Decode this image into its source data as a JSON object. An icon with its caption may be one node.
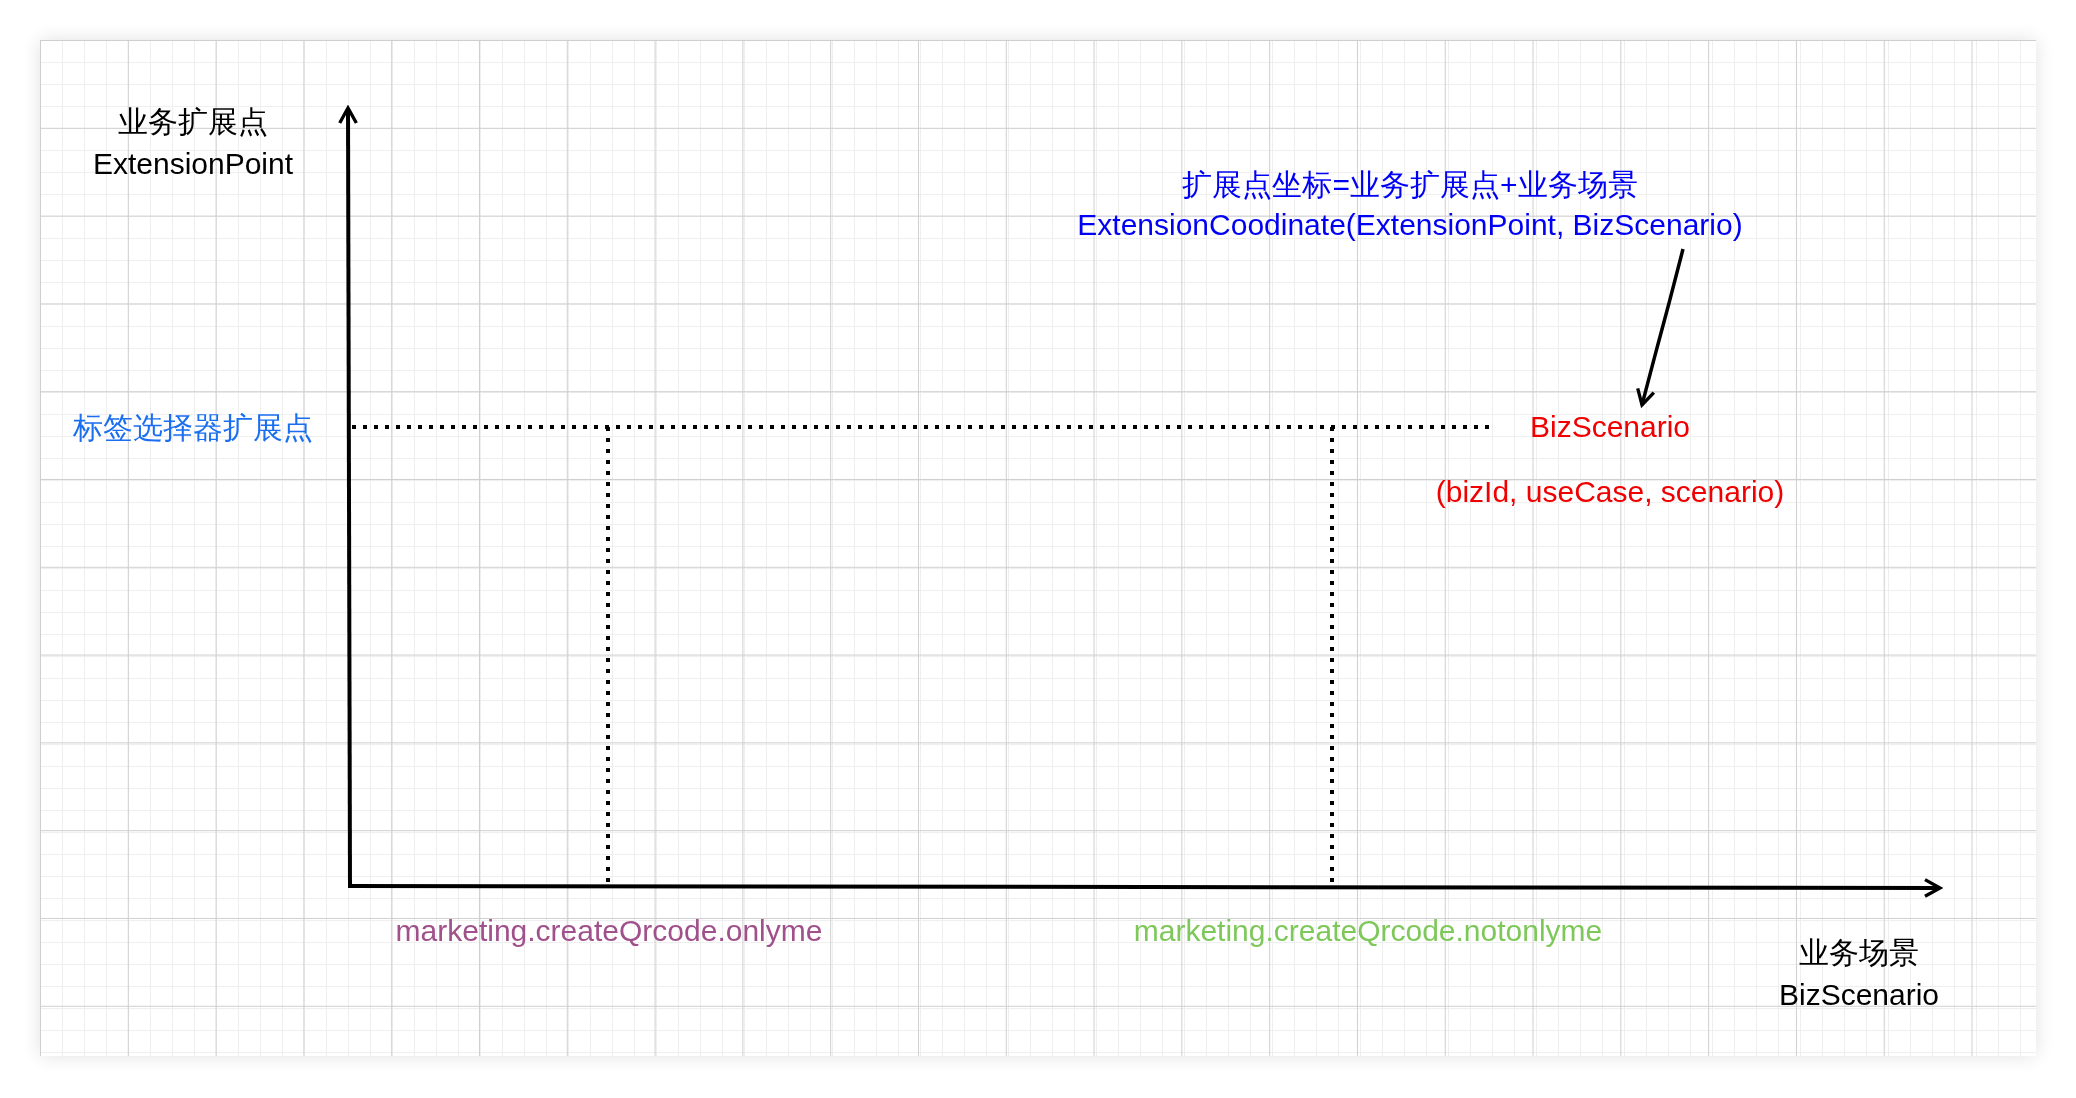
{
  "diagram": {
    "nodes": [
      {
        "text": [
          "扩展点坐标=业务扩展点+业务场景",
          "ExtensionCoodinate(ExtensionPoint, BizScenario)"
        ]
      },
      {
        "text": [
          "BizScenario",
          "(bizId, useCase, scenario)"
        ]
      }
    ],
    "edges": [
      {
        "from": 0,
        "to": 1,
        "arrow": "to"
      }
    ],
    "labels": [
      "业务扩展点",
      "ExtensionPoint",
      "标签选择器扩展点",
      "marketing.createQrcode.onlyme",
      "marketing.createQrcode.notonlyme",
      "业务场景",
      "BizScenario"
    ]
  }
}
